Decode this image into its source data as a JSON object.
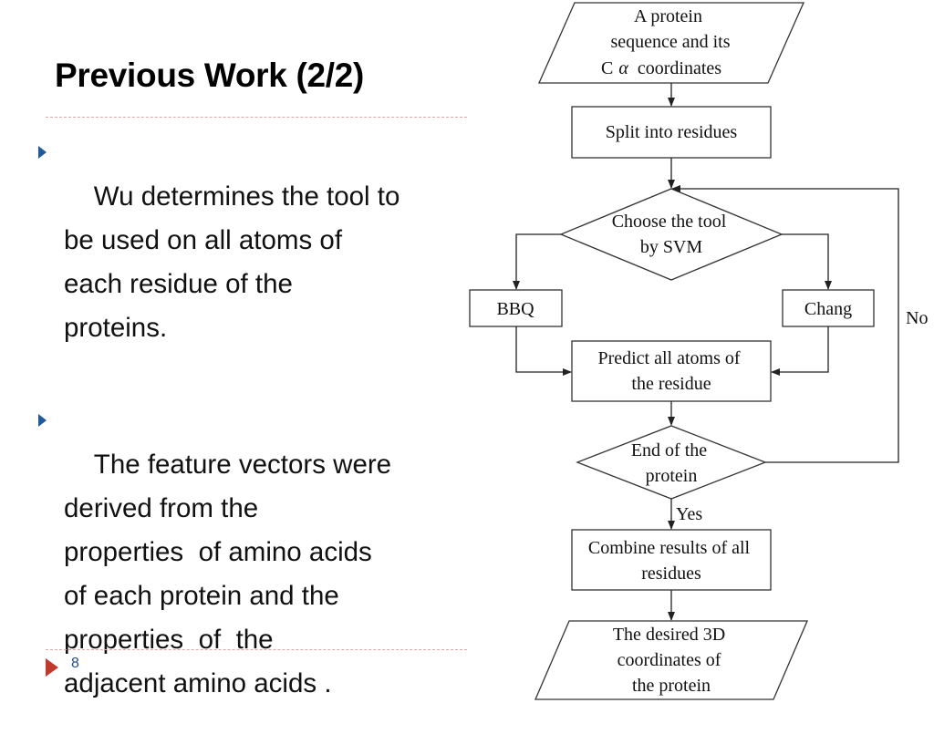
{
  "slide": {
    "title": "Previous Work (2/2)",
    "page_number": "8",
    "bullets": [
      "Wu determines the tool to\nbe used on all atoms of\neach residue of the\nproteins.",
      "The feature vectors were\nderived from the\nproperties  of amino acids\nof each protein and the\nproperties  of  the\nadjacent amino acids ."
    ]
  },
  "flowchart": {
    "input": [
      "A protein",
      "sequence and its",
      "C",
      "α",
      "coordinates"
    ],
    "split": "Split into residues",
    "choose": [
      "Choose the tool",
      "by SVM"
    ],
    "bbq": "BBQ",
    "chang": "Chang",
    "predict": [
      "Predict all atoms of",
      "the residue"
    ],
    "end": [
      "End of the",
      "protein"
    ],
    "no_label": "No",
    "yes_label": "Yes",
    "combine": [
      "Combine results of all",
      "residues"
    ],
    "output": [
      "The desired 3D",
      "coordinates of",
      "the protein"
    ]
  }
}
